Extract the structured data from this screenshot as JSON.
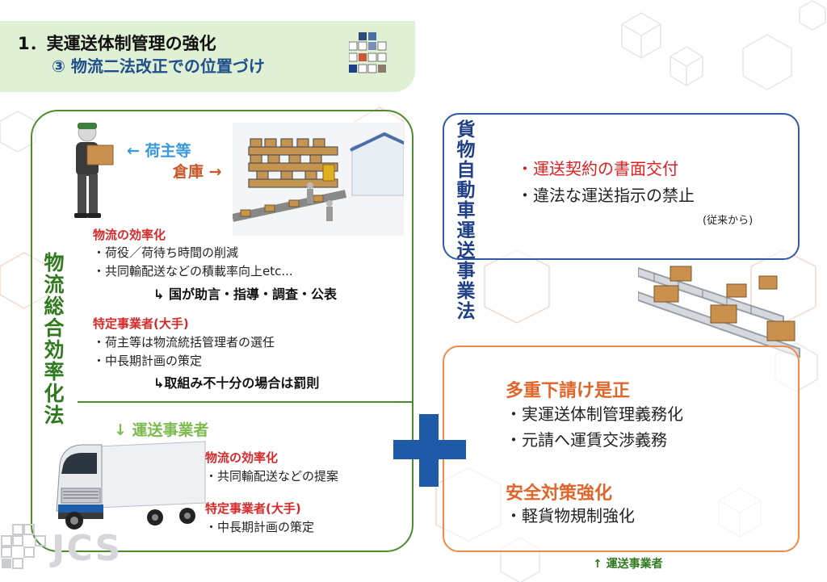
{
  "header": {
    "line1": "1．実運送体制管理の強化",
    "line2": "③ 物流二法改正での位置づけ"
  },
  "logo": {
    "text": "JCS"
  },
  "left_panel": {
    "law_name": "物流総合効率化法",
    "shipper_label": "← 荷主等",
    "warehouse_label": "倉庫 →",
    "shipper_section": {
      "heading1": "物流の効率化",
      "items1": [
        "・荷役／荷待ち時間の削減",
        "・共同輸配送などの積載率向上etc..."
      ],
      "arrow1": "↳ 国が助言・指導・調査・公表",
      "heading2": "特定事業者(大手)",
      "items2": [
        "・荷主等は物流統括管理者の選任",
        "・中長期計画の策定"
      ],
      "arrow2": "↳取組み不十分の場合は罰則"
    },
    "carrier_label": "↓ 運送事業者",
    "carrier_section": {
      "heading1": "物流の効率化",
      "items1": [
        "・共同輸配送などの提案"
      ],
      "heading2": "特定事業者(大手)",
      "items2": [
        "・中長期計画の策定"
      ]
    }
  },
  "top_right_panel": {
    "law_name": "貨物自動車運送事業法",
    "item_red": "・運送契約の書面交付",
    "item_dark": "・違法な運送指示の禁止",
    "note": "(従来から)"
  },
  "bottom_right_panel": {
    "heading1": "多重下請け是正",
    "items1": [
      "・実運送体制管理義務化",
      "・元請へ運賃交渉義務"
    ],
    "heading2": "安全対策強化",
    "items2": [
      "・軽貨物規制強化"
    ]
  },
  "footer": {
    "label": "↑ 運送事業者"
  },
  "colors": {
    "green": "#4e8b2f",
    "blue": "#2e5aa6",
    "orange": "#ee8a4a",
    "red": "#d62a2a",
    "header_bg": "#dff0d4"
  }
}
